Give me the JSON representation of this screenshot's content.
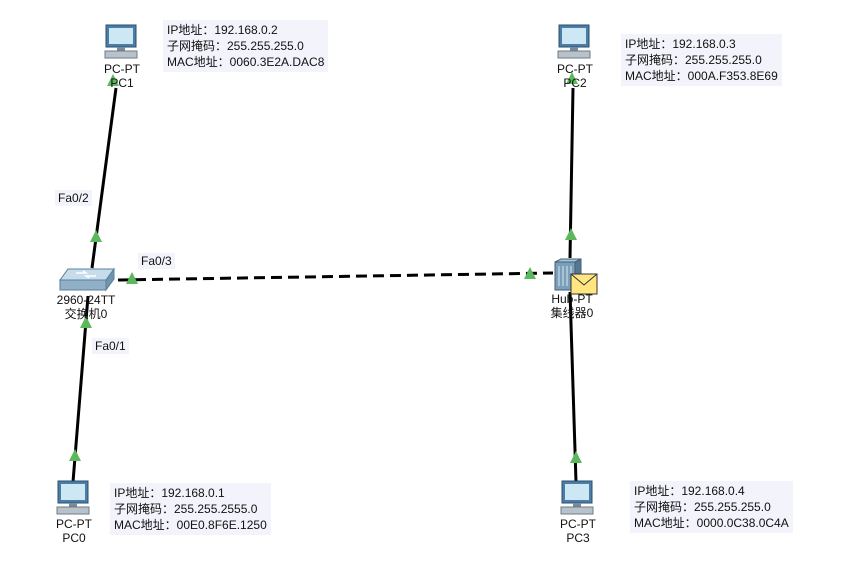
{
  "devices": {
    "pc1": {
      "type": "PC-PT",
      "name": "PC1",
      "icon": "pc-icon"
    },
    "pc2": {
      "type": "PC-PT",
      "name": "PC2",
      "icon": "pc-icon"
    },
    "pc0": {
      "type": "PC-PT",
      "name": "PC0",
      "icon": "pc-icon"
    },
    "pc3": {
      "type": "PC-PT",
      "name": "PC3",
      "icon": "pc-icon"
    },
    "switch0": {
      "type": "2960-24TT",
      "name": "交换机0",
      "icon": "switch-icon"
    },
    "hub0": {
      "type": "Hub-PT",
      "name": "集线器0",
      "icon": "hub-icon"
    }
  },
  "notes": {
    "pc1": [
      "IP地址：192.168.0.2",
      "子网掩码：255.255.255.0",
      "MAC地址：0060.3E2A.DAC8"
    ],
    "pc2": [
      "IP地址：192.168.0.3",
      "子网掩码：255.255.255.0",
      "MAC地址：000A.F353.8E69"
    ],
    "pc0": [
      "IP地址：192.168.0.1",
      "子网掩码：255.255.2555.0",
      "MAC地址：00E0.8F6E.1250"
    ],
    "pc3": [
      "IP地址：192.168.0.4",
      "子网掩码：255.255.255.0",
      "MAC地址：0000.0C38.0C4A"
    ]
  },
  "ports": {
    "switch_pc1": "Fa0/2",
    "switch_hub": "Fa0/3",
    "switch_pc0": "Fa0/1"
  },
  "links": [
    {
      "from": "switch0",
      "to": "pc1",
      "style": "solid"
    },
    {
      "from": "switch0",
      "to": "pc0",
      "style": "solid"
    },
    {
      "from": "switch0",
      "to": "hub0",
      "style": "dashed"
    },
    {
      "from": "hub0",
      "to": "pc2",
      "style": "solid"
    },
    {
      "from": "hub0",
      "to": "pc3",
      "style": "solid"
    }
  ],
  "colors": {
    "link_up": "#5cb85c",
    "note_bg": "#f3f4fb",
    "envelope": "#ffe680"
  }
}
